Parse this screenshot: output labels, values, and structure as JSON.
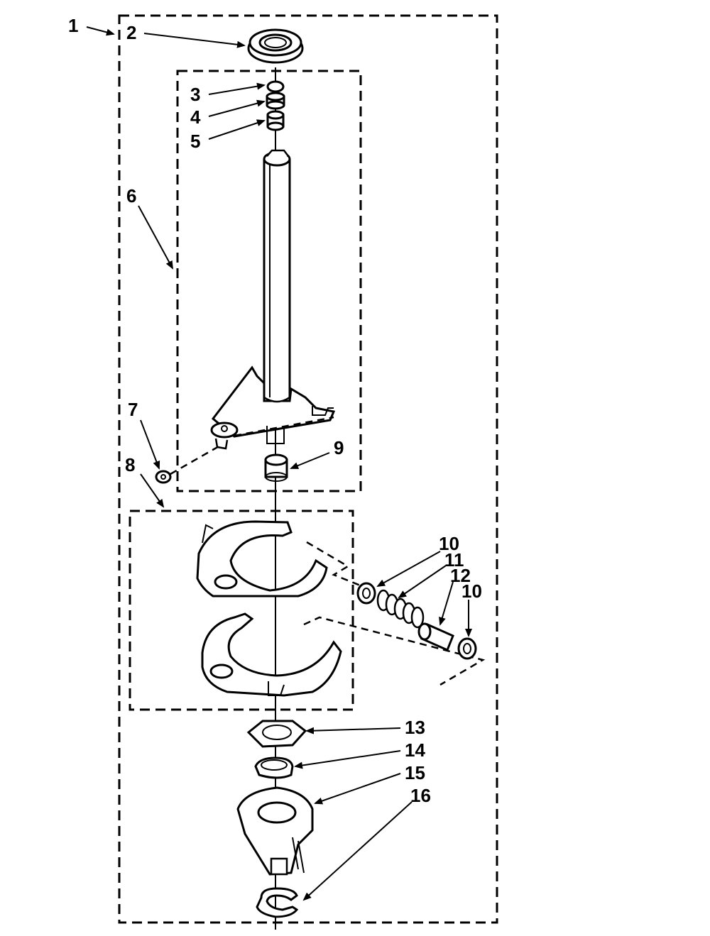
{
  "callouts": [
    {
      "id": "c1",
      "label": "1"
    },
    {
      "id": "c2",
      "label": "2"
    },
    {
      "id": "c3",
      "label": "3"
    },
    {
      "id": "c4",
      "label": "4"
    },
    {
      "id": "c5",
      "label": "5"
    },
    {
      "id": "c6",
      "label": "6"
    },
    {
      "id": "c7",
      "label": "7"
    },
    {
      "id": "c8",
      "label": "8"
    },
    {
      "id": "c9",
      "label": "9"
    },
    {
      "id": "c10a",
      "label": "10"
    },
    {
      "id": "c11",
      "label": "11"
    },
    {
      "id": "c12",
      "label": "12"
    },
    {
      "id": "c10b",
      "label": "10"
    },
    {
      "id": "c13",
      "label": "13"
    },
    {
      "id": "c14",
      "label": "14"
    },
    {
      "id": "c15",
      "label": "15"
    },
    {
      "id": "c16",
      "label": "16"
    }
  ]
}
